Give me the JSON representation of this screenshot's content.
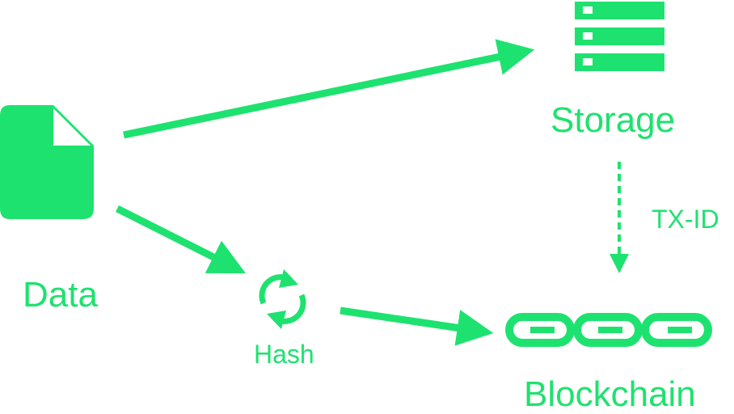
{
  "colors": {
    "accent": "#1EE26F"
  },
  "nodes": {
    "data": {
      "label": "Data",
      "icon": "document-icon"
    },
    "storage": {
      "label": "Storage",
      "icon": "server-stack-icon"
    },
    "hash": {
      "label": "Hash",
      "icon": "refresh-cycle-icon"
    },
    "blockchain": {
      "label": "Blockchain",
      "icon": "chain-link-icon"
    }
  },
  "edges": [
    {
      "from": "data",
      "to": "storage",
      "style": "solid"
    },
    {
      "from": "data",
      "to": "hash",
      "style": "solid"
    },
    {
      "from": "hash",
      "to": "blockchain",
      "style": "solid"
    },
    {
      "from": "storage",
      "to": "blockchain",
      "style": "dashed",
      "label": "TX-ID"
    }
  ]
}
